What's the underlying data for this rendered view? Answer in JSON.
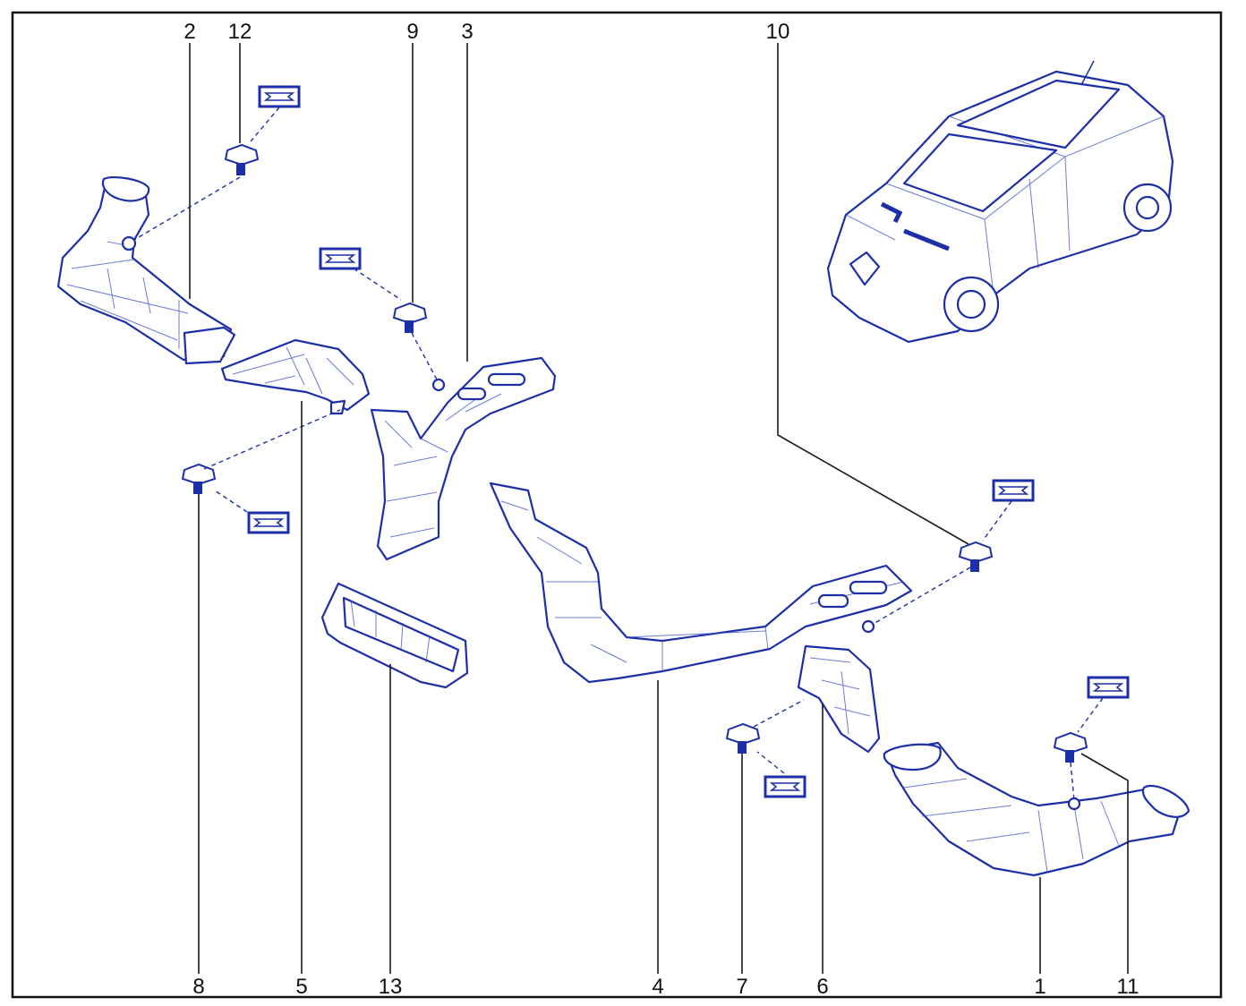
{
  "diagram": {
    "callouts": [
      "2",
      "12",
      "9",
      "3",
      "10",
      "8",
      "5",
      "13",
      "4",
      "7",
      "6",
      "1",
      "11"
    ],
    "colors": {
      "part_stroke": "#1c2fa8",
      "leader_line": "#1a1a1a",
      "label_text": "#111111",
      "background": "#ffffff"
    },
    "icons": [
      "reference-box-icon",
      "push-clip-icon",
      "vehicle-location-icon"
    ]
  }
}
